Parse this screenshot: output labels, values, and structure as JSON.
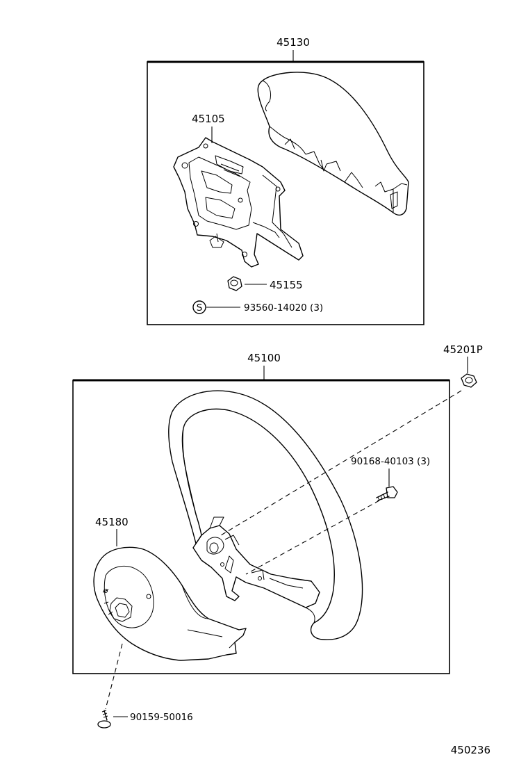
{
  "upper_group": {
    "assembly_no": "45130",
    "parts": {
      "pad_bracket": "45105",
      "nut": "45155",
      "screw_symbol": "S",
      "screw": "93560-14020 (3)"
    }
  },
  "lower_group": {
    "assembly_no": "45100",
    "parts": {
      "cover": "45180",
      "bolt": "90168-40103 (3)",
      "screw": "90159-50016"
    }
  },
  "outside_parts": {
    "nut": "45201P"
  },
  "illustration_no": "450236"
}
